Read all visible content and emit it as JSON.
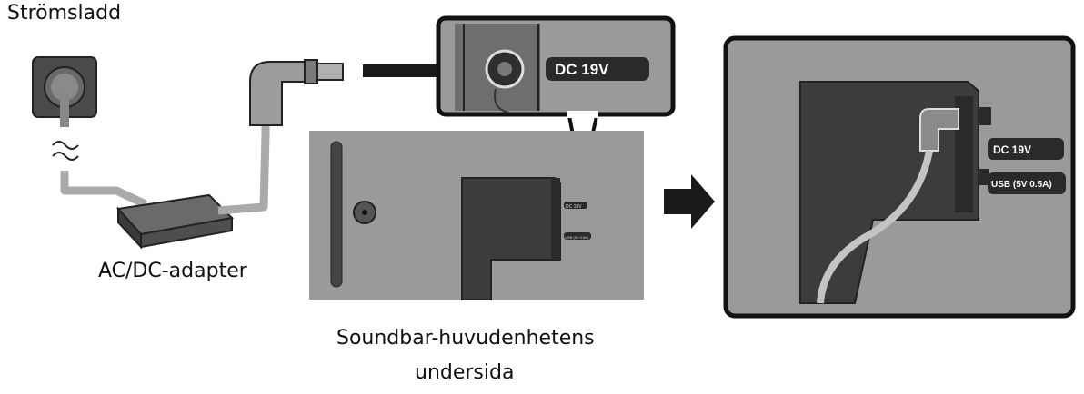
{
  "labels": {
    "power_cord": "Strömsladd",
    "adapter": "AC/DC-adapter",
    "soundbar_bottom_line1": "Soundbar-huvudenhetens",
    "soundbar_bottom_line2": "undersida"
  },
  "ports": {
    "dc": "DC 19V",
    "usb": "USB (5V 0.5A)"
  },
  "colors": {
    "panel": "#9a9a9a",
    "body": "#3c3c3c",
    "cable": "#b8b8b8",
    "outline": "#111111",
    "arrow": "#1a1a1a"
  }
}
